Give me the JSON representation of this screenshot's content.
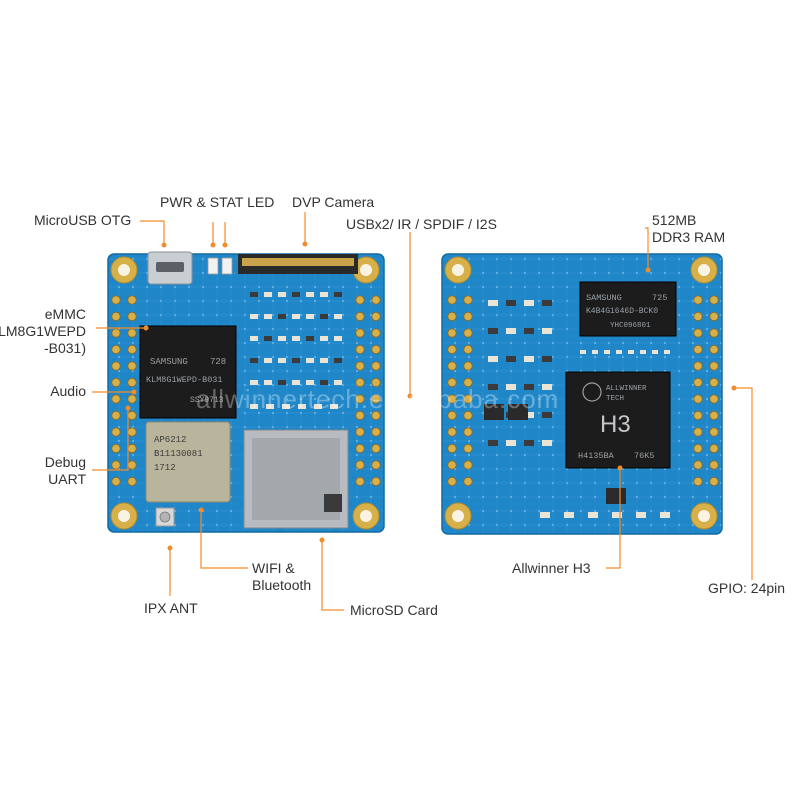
{
  "colors": {
    "accent_line": "#f28c28",
    "board_blue": "#1f86c8",
    "pad_gold": "#d8b04a",
    "chip_black": "#1c1c1c",
    "label_text": "#333333"
  },
  "labels": {
    "microusb_otg": "MicroUSB  OTG",
    "pwr_stat_led": "PWR & STAT LED",
    "dvp_camera": "DVP Camera",
    "usb_ir_spdif_i2s": "USBx2/ IR / SPDIF / I2S",
    "ddr3_line1": "512MB",
    "ddr3_line2": "DDR3 RAM",
    "emmc_line1": "eMMC",
    "emmc_line2": "LM8G1WEPD",
    "emmc_line3": "-B031)",
    "audio": "Audio",
    "debug_line1": "Debug",
    "debug_line2": "UART",
    "wifi_line1": "WIFI &",
    "wifi_line2": "Bluetooth",
    "ipx_ant": "IPX ANT",
    "microsd_card": "MicroSD Card",
    "allwinner_h3": "Allwinner H3",
    "gpio": "GPIO: 24pin"
  },
  "chips": {
    "emmc_brand": "SAMSUNG",
    "emmc_code": "728",
    "emmc_part": "KLM8G1WEPD-B031",
    "emmc_lot": "SSY9713",
    "wifi_line1": "AP6212",
    "wifi_line2": "B11130081",
    "wifi_line3": "1712",
    "ram_brand": "SAMSUNG",
    "ram_code": "725",
    "ram_part": "K4B4G1646D-BCK0",
    "ram_lot": "YHC096801",
    "soc_brand_line1": "ALLWINNER",
    "soc_brand_line2": "TECH",
    "soc_name": "H3",
    "soc_part": "H4135BA",
    "soc_lot": "76K5"
  },
  "watermark": "allwinnertech.en.alibaba.com"
}
